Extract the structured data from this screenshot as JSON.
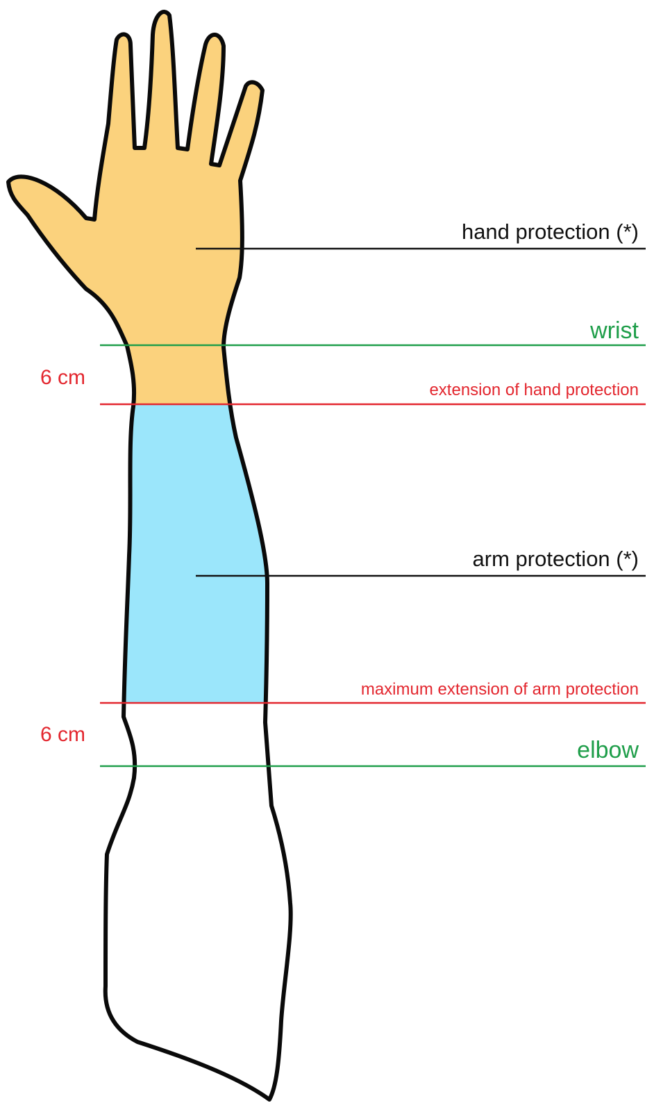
{
  "colors": {
    "hand_fill": "#fbd27d",
    "arm_fill": "#9be6fb",
    "outline": "#0a0a0a",
    "green": "#1f9e4a",
    "red": "#e3262e",
    "black": "#111111"
  },
  "labels": {
    "hand_protection": "hand protection (*)",
    "wrist": "wrist",
    "six_cm_top": "6 cm",
    "extension_hand": "extension of hand protection",
    "arm_protection": "arm protection (*)",
    "max_extension_arm": "maximum extension of arm protection",
    "six_cm_bottom": "6 cm",
    "elbow": "elbow"
  }
}
